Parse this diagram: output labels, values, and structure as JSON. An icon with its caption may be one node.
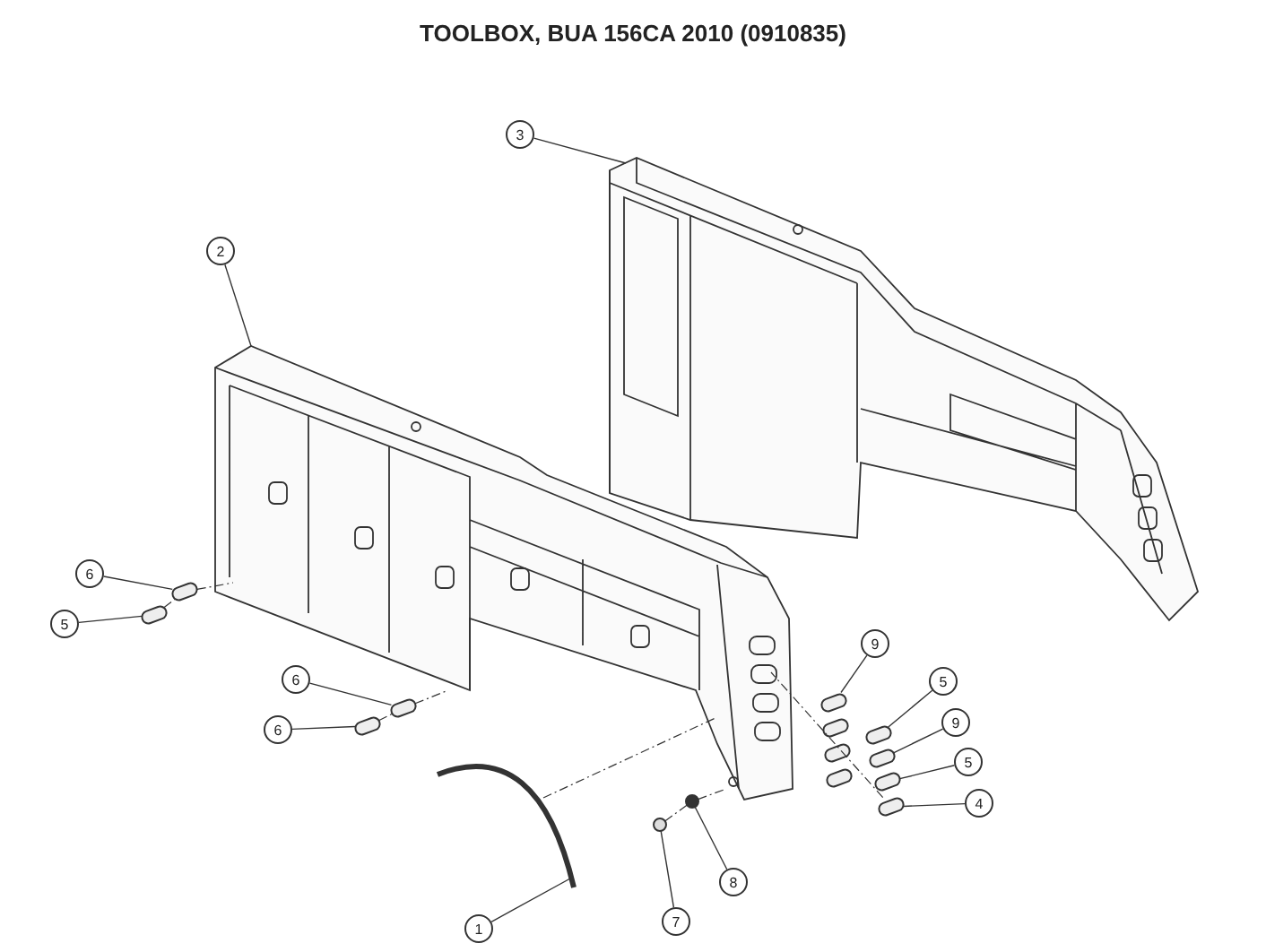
{
  "diagram": {
    "title": "TOOLBOX, BUA 156CA 2010 (0910835)",
    "nodes": [
      {
        "text": [
          "3"
        ]
      },
      {
        "text": [
          "2"
        ]
      },
      {
        "text": [
          "6"
        ]
      },
      {
        "text": [
          "5"
        ]
      },
      {
        "text": [
          "6"
        ]
      },
      {
        "text": [
          "9"
        ]
      },
      {
        "text": [
          "6"
        ]
      },
      {
        "text": [
          "5"
        ]
      },
      {
        "text": [
          "9"
        ]
      },
      {
        "text": [
          "5"
        ]
      },
      {
        "text": [
          "4"
        ]
      },
      {
        "text": [
          "8"
        ]
      },
      {
        "text": [
          "7"
        ]
      },
      {
        "text": [
          "1"
        ]
      },
      {
        "text": [],
        "shape": "picture"
      },
      {
        "text": [],
        "shape": "picture"
      },
      {
        "text": [],
        "shape": "box"
      },
      {
        "text": [],
        "shape": "box"
      },
      {
        "text": [],
        "shape": "box"
      },
      {
        "text": [],
        "shape": "box"
      },
      {
        "text": [],
        "shape": "box"
      },
      {
        "text": [],
        "shape": "box"
      },
      {
        "text": [],
        "shape": "box"
      },
      {
        "text": [],
        "shape": "box"
      },
      {
        "text": [],
        "shape": "box"
      },
      {
        "text": [],
        "shape": "circle"
      },
      {
        "text": [],
        "shape": "circle"
      },
      {
        "text": [],
        "shape": "picture"
      }
    ],
    "edges": [
      {
        "from": 0,
        "to": 14,
        "arrow": "none"
      },
      {
        "from": 1,
        "to": 15,
        "arrow": "none"
      },
      {
        "from": 2,
        "to": 16,
        "arrow": "none"
      },
      {
        "from": 3,
        "to": 17,
        "arrow": "none"
      },
      {
        "from": 4,
        "to": 18,
        "arrow": "none"
      },
      {
        "from": 5,
        "to": 19,
        "arrow": "none"
      },
      {
        "from": 6,
        "to": 20,
        "arrow": "none"
      },
      {
        "from": 7,
        "to": 21,
        "arrow": "none"
      },
      {
        "from": 8,
        "to": 22,
        "arrow": "none"
      },
      {
        "from": 9,
        "to": 23,
        "arrow": "none"
      },
      {
        "from": 10,
        "to": 24,
        "arrow": "none"
      },
      {
        "from": 11,
        "to": 25,
        "arrow": "none"
      },
      {
        "from": 12,
        "to": 26,
        "arrow": "none"
      },
      {
        "from": 13,
        "to": 27,
        "arrow": "none"
      },
      {
        "from": 17,
        "to": 16,
        "arrow": "none",
        "style": "dashed"
      },
      {
        "from": 16,
        "to": 15,
        "arrow": "none",
        "style": "dashed"
      },
      {
        "from": 20,
        "to": 18,
        "arrow": "none",
        "style": "dashed"
      },
      {
        "from": 18,
        "to": 15,
        "arrow": "none",
        "style": "dashed"
      },
      {
        "from": 27,
        "to": 15,
        "arrow": "none",
        "style": "dashed"
      },
      {
        "from": 26,
        "to": 25,
        "arrow": "none",
        "style": "dashed"
      },
      {
        "from": 25,
        "to": 15,
        "arrow": "none",
        "style": "dashed"
      },
      {
        "from": 24,
        "to": 15,
        "arrow": "none",
        "style": "dashed"
      }
    ]
  }
}
